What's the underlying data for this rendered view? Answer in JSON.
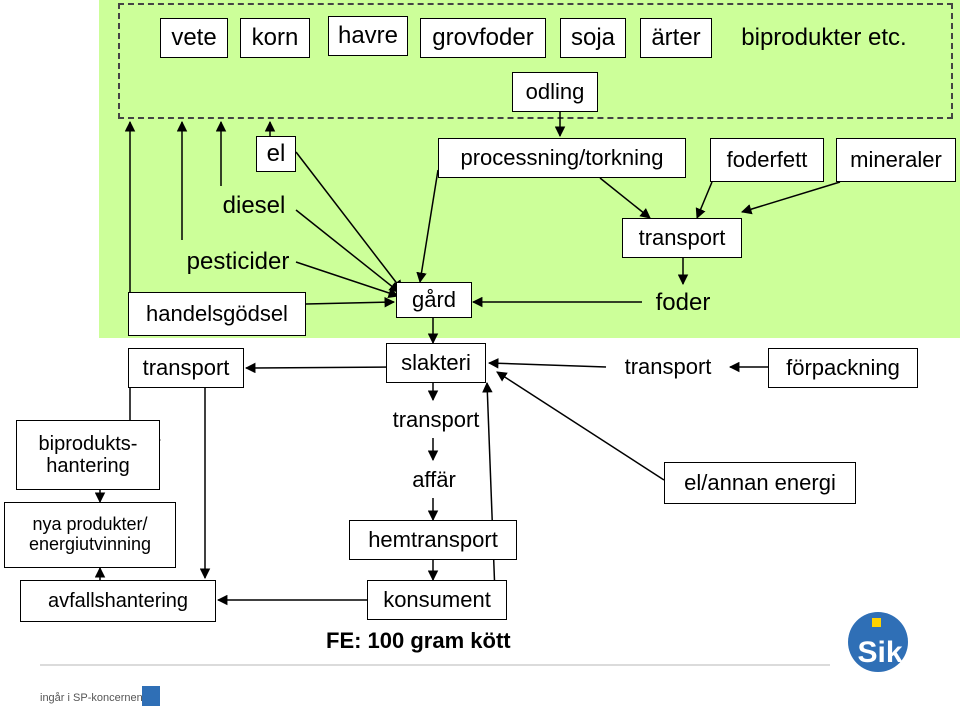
{
  "crops": [
    "vete",
    "korn",
    "havre",
    "grovfoder",
    "soja",
    "ärter",
    "biprodukter etc."
  ],
  "odling": "odling",
  "inputs": {
    "el": "el",
    "diesel": "diesel",
    "pesticider": "pesticider",
    "handelsgodsel": "handelsgödsel"
  },
  "processning": "processning/torkning",
  "foderfett": "foderfett",
  "mineraler": "mineraler",
  "transport": "transport",
  "foder": "foder",
  "gard": "gård",
  "slakteri": "slakteri",
  "forpackning": "förpackning",
  "biprodukts_hantering": [
    "biprodukts-",
    "hantering"
  ],
  "nya_produkter": [
    "nya produkter/",
    "energiutvinning"
  ],
  "avfallshantering": "avfallshantering",
  "affar": "affär",
  "hemtransport": "hemtransport",
  "konsument": "konsument",
  "el_annan_energi": "el/annan energi",
  "functional_unit": "FE: 100 gram kött",
  "logo_text": "Sik",
  "footer_text": "ingår i SP-koncernen",
  "colors": {
    "background_green": "#ccff99",
    "logo_blue": "#2f6fb6",
    "logo_yellow": "#ffd200"
  }
}
